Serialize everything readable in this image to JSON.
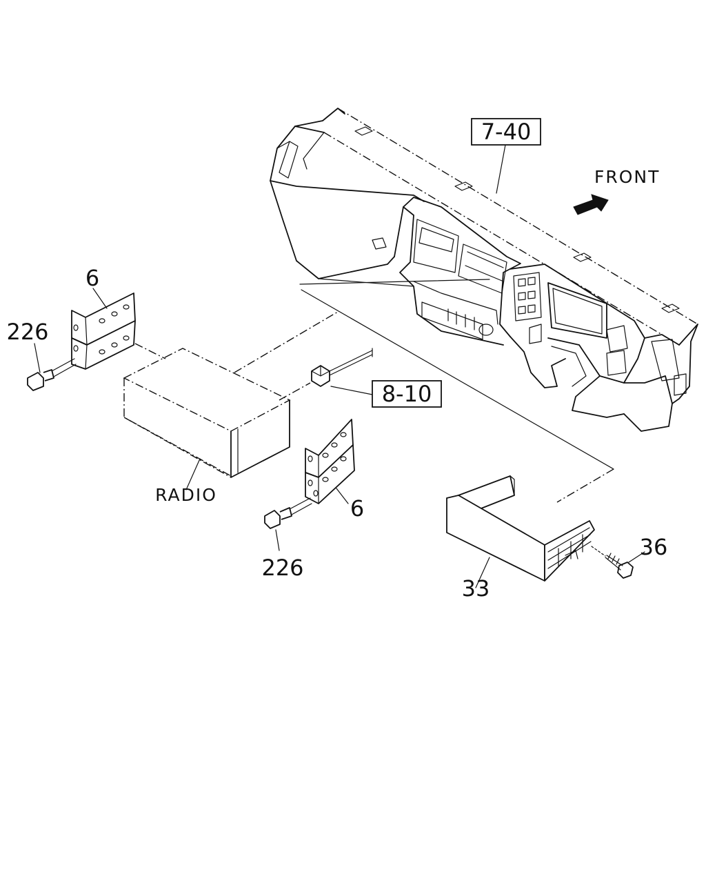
{
  "labels": {
    "front": "FRONT",
    "ref_panel": "7-40",
    "ref_connector": "8-10",
    "radio": "RADIO",
    "bracket_upper": "6",
    "bracket_lower": "6",
    "bolt_upper": "226",
    "bolt_lower": "226",
    "pocket": "33",
    "screw": "36"
  }
}
